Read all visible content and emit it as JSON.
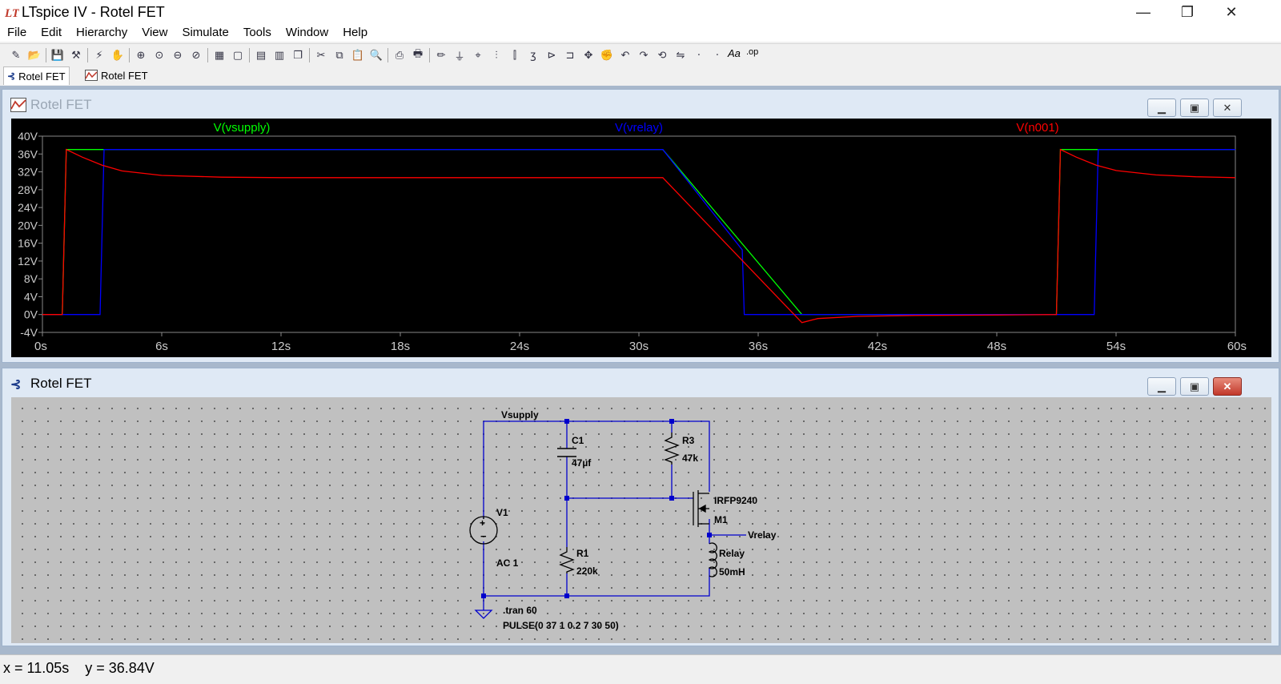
{
  "app": {
    "title": "LTspice IV - Rotel FET"
  },
  "window_controls": {
    "minimize": "—",
    "restore": "❐",
    "close": "✕"
  },
  "menu": [
    {
      "label": "File"
    },
    {
      "label": "Edit"
    },
    {
      "label": "Hierarchy"
    },
    {
      "label": "View"
    },
    {
      "label": "Simulate"
    },
    {
      "label": "Tools"
    },
    {
      "label": "Window"
    },
    {
      "label": "Help"
    }
  ],
  "toolbar": {
    "icons": [
      "new-schematic-icon",
      "open-icon",
      "save-icon",
      "control-panel-icon",
      "run-icon",
      "halt-icon",
      "zoom-in-icon",
      "zoom-area-icon",
      "zoom-out-icon",
      "zoom-cancel-icon",
      "autorange-icon",
      "fit-icon",
      "tile-horizontal-icon",
      "tile-vertical-icon",
      "cascade-icon",
      "cut-icon",
      "copy-icon",
      "paste-icon",
      "find-icon",
      "print-preview-icon",
      "print-icon",
      "wire-icon",
      "ground-icon",
      "label-net-icon",
      "resistor-icon",
      "capacitor-icon",
      "inductor-icon",
      "diode-icon",
      "component-icon",
      "move-icon",
      "drag-icon",
      "undo-icon",
      "redo-icon",
      "rotate-icon",
      "mirror-icon",
      "text-icon",
      "spice-directive-icon"
    ],
    "text_aa": "Aa",
    "text_op": ".op"
  },
  "tabs": [
    {
      "label": "Rotel FET",
      "icon": "schematic-icon",
      "active": true
    },
    {
      "label": "Rotel FET",
      "icon": "waveform-icon",
      "active": false
    }
  ],
  "plot_window": {
    "title": "Rotel FET",
    "icon": "waveform-icon"
  },
  "schematic_window": {
    "title": "Rotel FET",
    "icon": "schematic-icon",
    "labels": {
      "vsupply": "Vsupply",
      "c1_name": "C1",
      "c1_value": "47µf",
      "r3_name": "R3",
      "r3_value": "47k",
      "m1_model": "IRFP9240",
      "m1_name": "M1",
      "vrelay": "Vrelay",
      "v1_name": "V1",
      "v1_value": "AC 1",
      "r1_name": "R1",
      "r1_value": "220k",
      "relay_name": "Relay",
      "relay_value": "50mH",
      "tran": ".tran 60",
      "pulse": "PULSE(0 37 1 0.2 7 30 50)"
    }
  },
  "chart_data": {
    "type": "line",
    "xlabel": "",
    "ylabel": "",
    "xlim": [
      0,
      60
    ],
    "ylim": [
      -4,
      40
    ],
    "x_ticks": [
      "0s",
      "6s",
      "12s",
      "18s",
      "24s",
      "30s",
      "36s",
      "42s",
      "48s",
      "54s",
      "60s"
    ],
    "y_ticks": [
      "40V",
      "36V",
      "32V",
      "28V",
      "24V",
      "20V",
      "16V",
      "12V",
      "8V",
      "4V",
      "0V",
      "-4V"
    ],
    "series": [
      {
        "name": "V(vsupply)",
        "color": "#00ff00",
        "x": [
          0,
          1,
          1.2,
          31.2,
          38.2,
          51,
          51.2,
          60
        ],
        "y": [
          0,
          0,
          37,
          37,
          0,
          0,
          37,
          37
        ]
      },
      {
        "name": "V(vrelay)",
        "color": "#0000ff",
        "x": [
          0,
          2.9,
          3.1,
          31.2,
          35.2,
          35.3,
          38.2,
          50.9,
          52.9,
          53.1,
          60
        ],
        "y": [
          0,
          0,
          37,
          37,
          14.5,
          0,
          0,
          0,
          0,
          37,
          37
        ]
      },
      {
        "name": "V(n001)",
        "color": "#ff0000",
        "x": [
          0,
          1,
          1.2,
          2,
          3,
          4,
          6,
          9,
          12,
          31.2,
          38.2,
          39,
          41,
          44,
          48,
          51,
          51.2,
          52,
          53,
          54,
          56,
          58,
          60
        ],
        "y": [
          0,
          0,
          37,
          35.3,
          33.5,
          32.2,
          31.2,
          30.8,
          30.7,
          30.7,
          -1.8,
          -0.9,
          -0.4,
          -0.2,
          -0.1,
          0,
          37,
          35.3,
          33.5,
          32.3,
          31.3,
          30.9,
          30.7
        ]
      }
    ]
  },
  "status": {
    "coords": "x = 11.05s    y = 36.84V"
  }
}
